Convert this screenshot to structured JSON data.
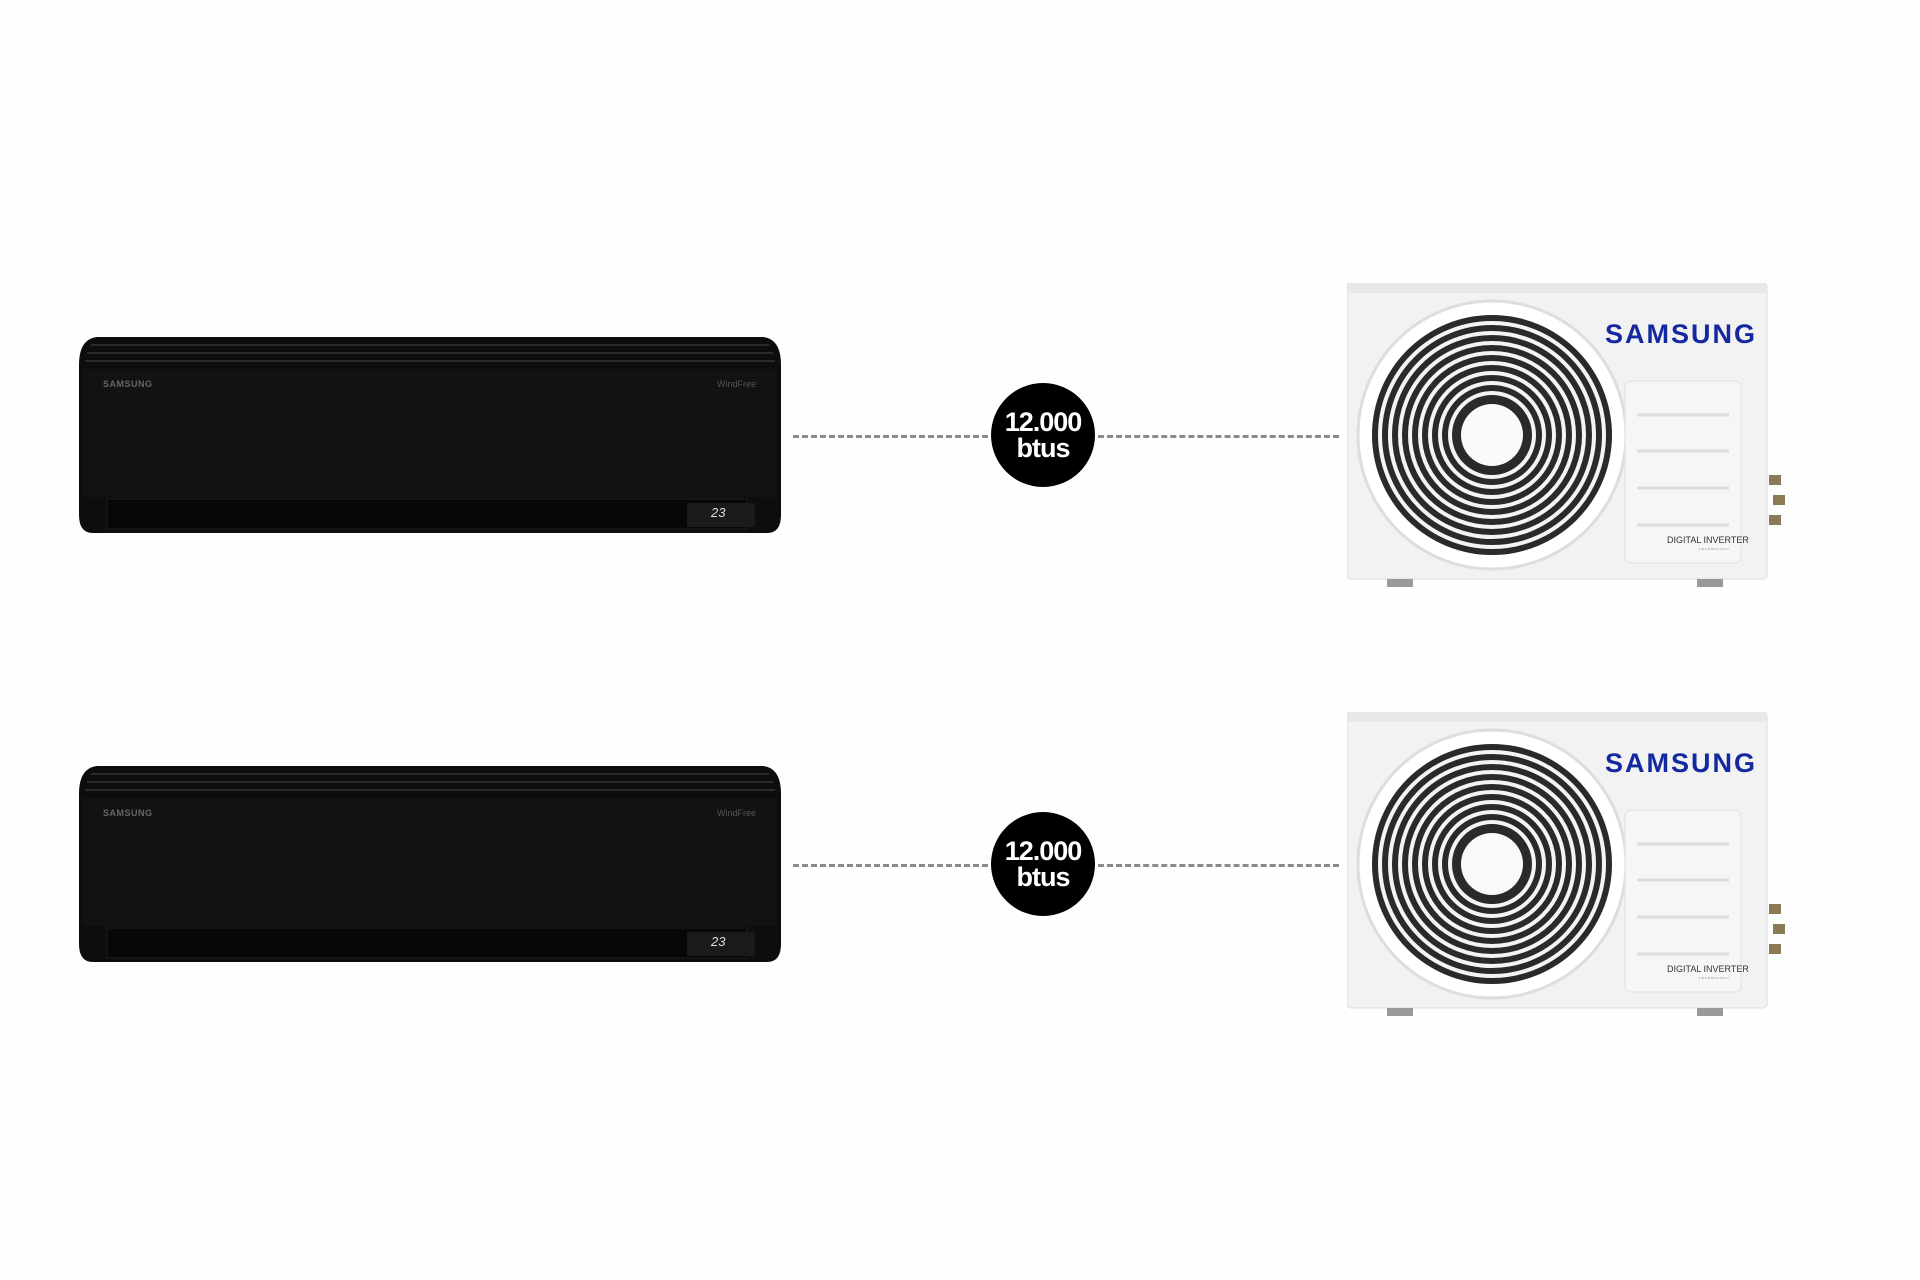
{
  "rows": [
    {
      "indoor": {
        "brand": "SAMSUNG",
        "model": "WindFree",
        "display": "23"
      },
      "capacity": {
        "value": "12.000",
        "unit": "btus"
      },
      "outdoor": {
        "brand": "SAMSUNG",
        "label": "DIGITAL INVERTER",
        "sublabel": "TECHNOLOGY"
      }
    },
    {
      "indoor": {
        "brand": "SAMSUNG",
        "model": "WindFree",
        "display": "23"
      },
      "capacity": {
        "value": "12.000",
        "unit": "btus"
      },
      "outdoor": {
        "brand": "SAMSUNG",
        "label": "DIGITAL INVERTER",
        "sublabel": "TECHNOLOGY"
      }
    }
  ],
  "colors": {
    "brand_blue": "#1428a0",
    "badge": "#000000",
    "indoor_body": "#111111"
  }
}
